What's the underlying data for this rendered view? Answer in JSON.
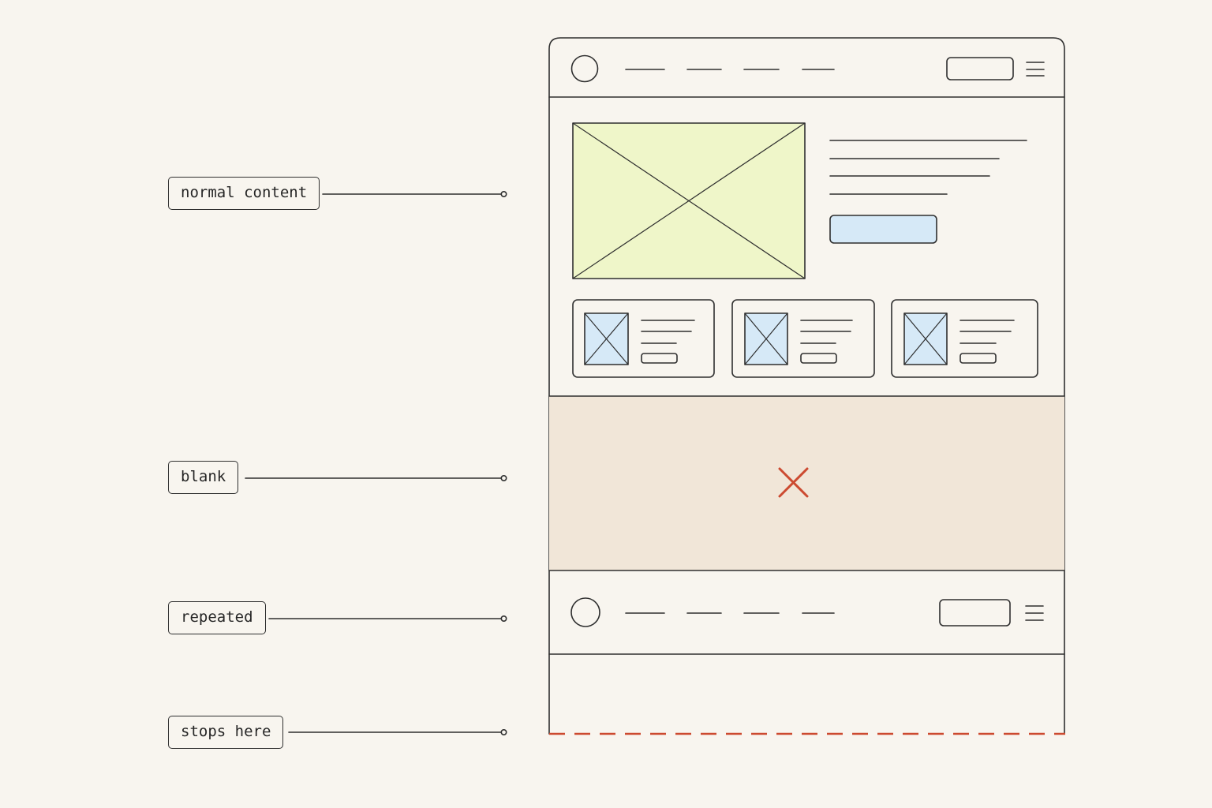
{
  "labels": {
    "normal_content": "normal content",
    "blank": "blank",
    "repeated": "repeated",
    "stops_here": "stops here"
  },
  "colors": {
    "background": "#f8f5ef",
    "stroke": "#2f2f2f",
    "hero_image_fill": "#eff6c9",
    "card_image_fill": "#d6e9f7",
    "button_fill": "#d6e9f7",
    "blank_region_fill": "#f1e6d8",
    "error_accent": "#cc4a30"
  },
  "icons": {
    "blank_marker": "x-mark-icon",
    "menu": "hamburger-menu-icon",
    "image_placeholder": "image-placeholder-icon",
    "logo": "circle-logo-icon"
  }
}
